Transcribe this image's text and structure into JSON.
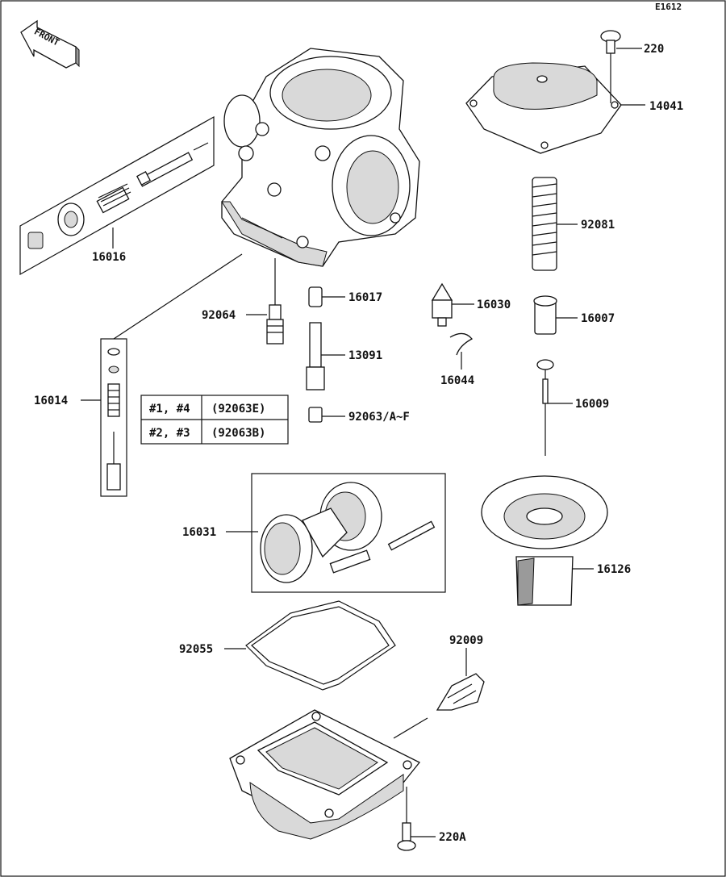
{
  "diagram_code": "E1612",
  "front_label": "FRONT",
  "table": [
    {
      "cyl": "#1, #4",
      "part": "(92063E)"
    },
    {
      "cyl": "#2, #3",
      "part": "(92063B)"
    }
  ],
  "parts": {
    "p220": "220",
    "p14041": "14041",
    "p92081": "92081",
    "p16007": "16007",
    "p16030": "16030",
    "p16044": "16044",
    "p16009": "16009",
    "p16017": "16017",
    "p92064": "92064",
    "p13091": "13091",
    "p92063": "92063/A~F",
    "p16016": "16016",
    "p16014": "16014",
    "p16031": "16031",
    "p16126": "16126",
    "p92055": "92055",
    "p92009": "92009",
    "p220A": "220A"
  }
}
